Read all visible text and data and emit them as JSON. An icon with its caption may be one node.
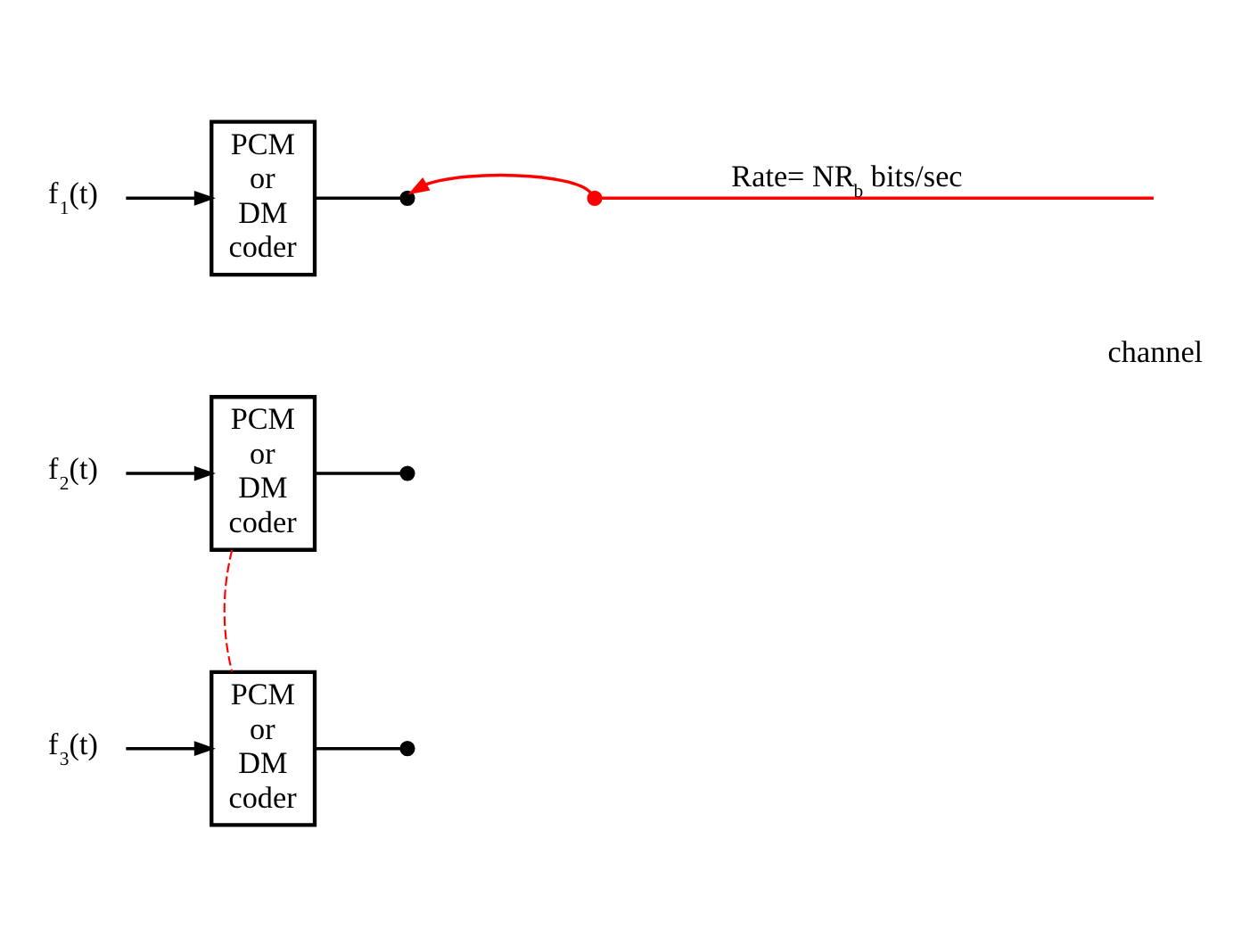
{
  "diagram": {
    "nodes": [
      {
        "text": [
          "f$_{1}$(t)"
        ]
      },
      {
        "text": [
          "PCM or DM coder"
        ]
      },
      {
        "text": [],
        "shape": "circle"
      },
      {
        "text": [
          "f$_{2}$(t)"
        ]
      },
      {
        "text": [
          "PCM or DM coder"
        ]
      },
      {
        "text": [],
        "shape": "circle"
      },
      {
        "text": [
          "f$_{3}$(t)"
        ]
      },
      {
        "text": [
          "PCM or DM coder"
        ]
      },
      {
        "text": [],
        "shape": "circle"
      },
      {
        "text": [],
        "shape": "circle"
      }
    ],
    "edges": [
      {
        "from": 0,
        "to": 1,
        "arrow": "to"
      },
      {
        "from": 1,
        "to": 2,
        "arrow": "none"
      },
      {
        "from": 3,
        "to": 4,
        "arrow": "to"
      },
      {
        "from": 4,
        "to": 5,
        "arrow": "none"
      },
      {
        "from": 6,
        "to": 7,
        "arrow": "to"
      },
      {
        "from": 7,
        "to": 8,
        "arrow": "none"
      },
      {
        "from": 9,
        "to": 2,
        "arrow": "to",
        "color": "#ff0000"
      },
      {
        "from": 4,
        "to": 7,
        "arrow": "none",
        "style": "dashed",
        "color": "#ff0000"
      },
      {
        "from": 9,
        "to": null,
        "arrow": "none",
        "color": "#ff0000",
        "label": "Rate= NR$_{b}$ bits/sec"
      }
    ],
    "labels": [
      "channel"
    ]
  }
}
